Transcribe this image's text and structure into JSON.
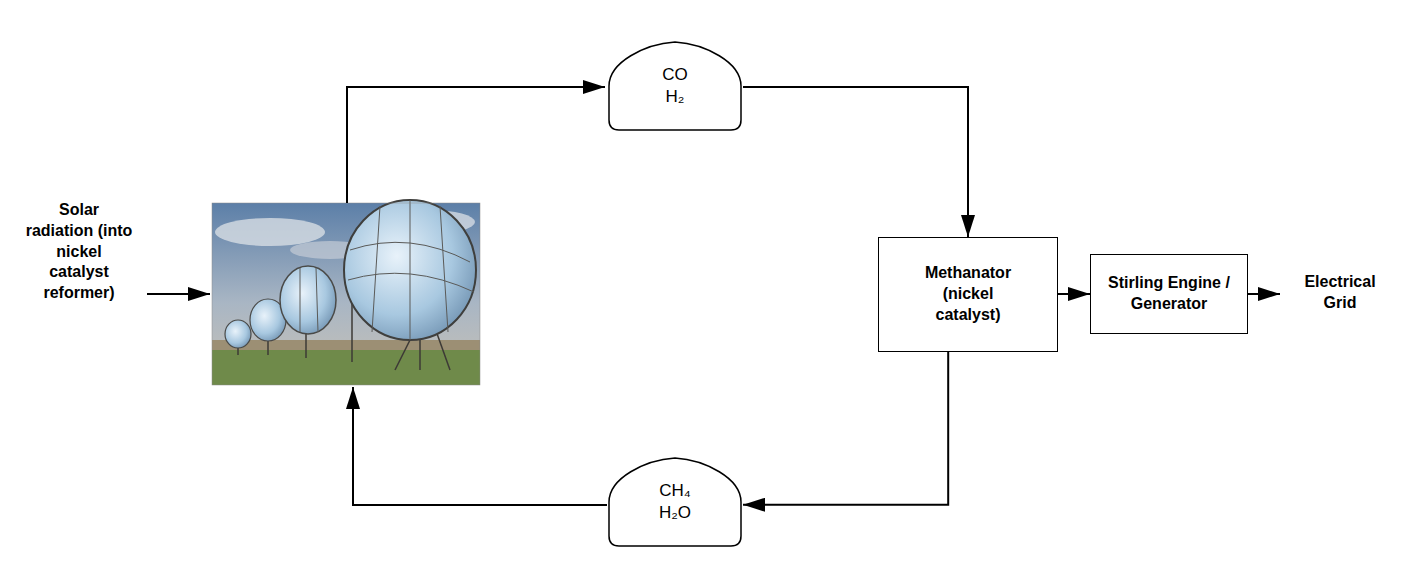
{
  "diagram": {
    "nodes": [
      {
        "text": [
          "CO H₂"
        ]
      },
      {
        "text": [
          "Methanator (nickel catalyst)"
        ]
      },
      {
        "text": [
          "Stirling Engine / Generator"
        ]
      },
      {
        "text": [
          "CH₄ H₂O"
        ]
      }
    ],
    "edges": [
      {
        "from": 0,
        "to": 1,
        "arrow": "to"
      },
      {
        "from": 1,
        "to": 2,
        "arrow": "to"
      },
      {
        "from": 1,
        "to": 3,
        "arrow": "to"
      }
    ],
    "labels": [
      "Solar radiation (into nickel catalyst reformer)",
      "Electrical Grid"
    ]
  }
}
